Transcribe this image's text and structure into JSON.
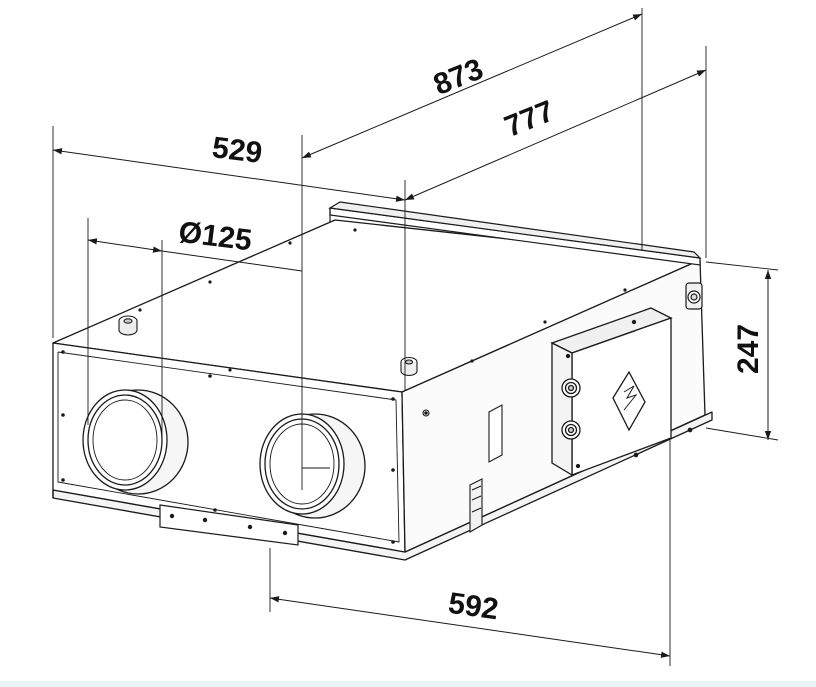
{
  "dimensions": {
    "length_overall": "873",
    "length_mounting": "777",
    "width_top": "529",
    "duct_diameter": "Ø125",
    "height": "247",
    "width_front": "592"
  },
  "colors": {
    "line": "#1a1a1a",
    "body_fill": "#ffffff",
    "shade_fill": "#f2f2f2",
    "background_strip": "#eaf6f6"
  }
}
